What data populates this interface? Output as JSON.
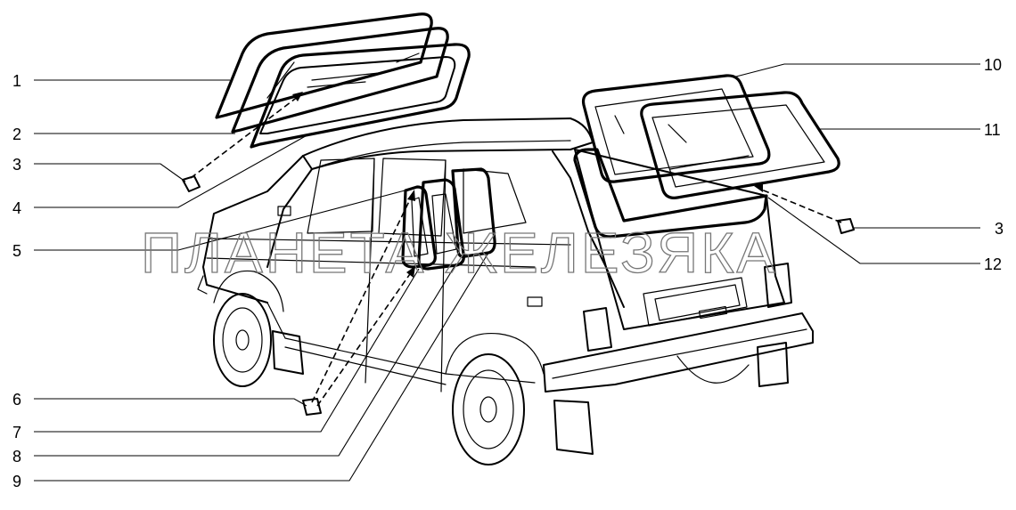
{
  "callouts": [
    {
      "id": "1",
      "text": "1"
    },
    {
      "id": "2",
      "text": "2"
    },
    {
      "id": "3",
      "text": "3"
    },
    {
      "id": "4",
      "text": "4"
    },
    {
      "id": "5",
      "text": "5"
    },
    {
      "id": "6",
      "text": "6"
    },
    {
      "id": "7",
      "text": "7"
    },
    {
      "id": "8",
      "text": "8"
    },
    {
      "id": "9",
      "text": "9"
    },
    {
      "id": "10",
      "text": "10"
    },
    {
      "id": "11",
      "text": "11"
    },
    {
      "id": "3b",
      "text": "3"
    },
    {
      "id": "12",
      "text": "12"
    }
  ],
  "watermark": "ПЛАНЕТА ЖЕЛЕЗЯКА"
}
